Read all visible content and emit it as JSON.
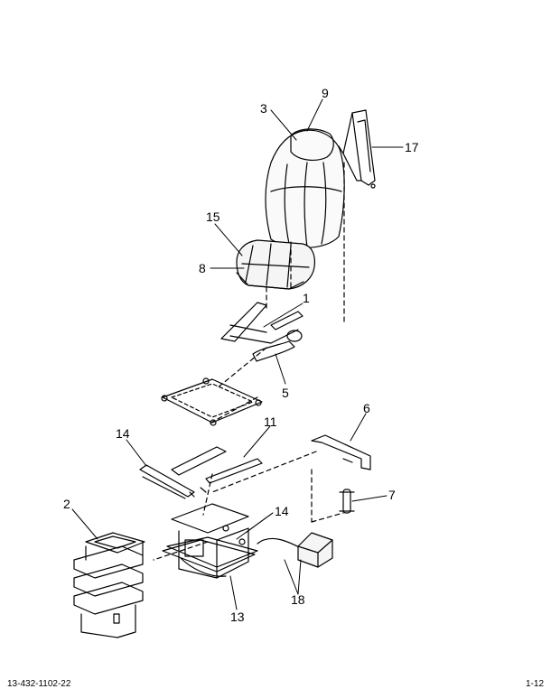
{
  "footer": {
    "doc_id": "13-432-1102-22",
    "page": "1-12"
  },
  "callouts": [
    {
      "id": "callout-9",
      "label": "9"
    },
    {
      "id": "callout-3",
      "label": "3"
    },
    {
      "id": "callout-17",
      "label": "17"
    },
    {
      "id": "callout-15",
      "label": "15"
    },
    {
      "id": "callout-8",
      "label": "8"
    },
    {
      "id": "callout-1",
      "label": "1"
    },
    {
      "id": "callout-5",
      "label": "5"
    },
    {
      "id": "callout-6",
      "label": "6"
    },
    {
      "id": "callout-11",
      "label": "11"
    },
    {
      "id": "callout-14a",
      "label": "14"
    },
    {
      "id": "callout-7",
      "label": "7"
    },
    {
      "id": "callout-2",
      "label": "2"
    },
    {
      "id": "callout-14b",
      "label": "14"
    },
    {
      "id": "callout-18",
      "label": "18"
    },
    {
      "id": "callout-13",
      "label": "13"
    }
  ]
}
